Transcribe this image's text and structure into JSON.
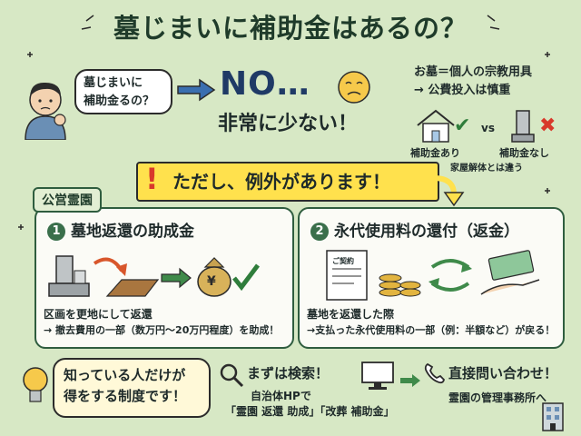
{
  "title": "墓じまいに補助金はあるの？",
  "intro": {
    "question_line1": "墓じまいに",
    "question_line2": "補助金るの？",
    "answer": "NO…",
    "answer_sub": "非常に少ない！",
    "reason_line1": "お墓＝個人の宗教用具",
    "reason_line2": "→ 公費投入は慎重",
    "vs_label": "vs",
    "compare_left": "補助金あり",
    "compare_right": "補助金なし",
    "compare_note": "家屋解体とは違う"
  },
  "banner": {
    "exclaim": "!",
    "text": "ただし、例外があります！"
  },
  "tag": "公営霊園",
  "panel1": {
    "num": "1",
    "title": "墓地返還の助成金",
    "line1": "区画を更地にして返還",
    "line2": "→ 撤去費用の一部（数万円〜20万円程度）を助成！",
    "money_mark": "¥"
  },
  "panel2": {
    "num": "2",
    "title": "永代使用料の還付（返金）",
    "doc_label": "ご契約",
    "line1": "墓地を返還した際",
    "line2": "→支払った永代使用料の一部（例：半額など）が戻る！"
  },
  "bottom": {
    "know_line1": "知っている人だけが",
    "know_line2": "得をする制度です！",
    "search_title": "まずは検索！",
    "search_line1": "自治体HPで",
    "search_line2": "「霊園 返還 助成」「改葬 補助金」",
    "contact_title": "直接問い合わせ！",
    "contact_line": "霊園の管理事務所へ"
  },
  "colors": {
    "background": "#d7e8c5",
    "banner": "#ffe14d",
    "panel_border": "#2f5d3f",
    "accent_green": "#3a6f4b",
    "arrow_green": "#3f8a4a",
    "no_blue": "#1f3a66",
    "red_x": "#d8392b"
  }
}
